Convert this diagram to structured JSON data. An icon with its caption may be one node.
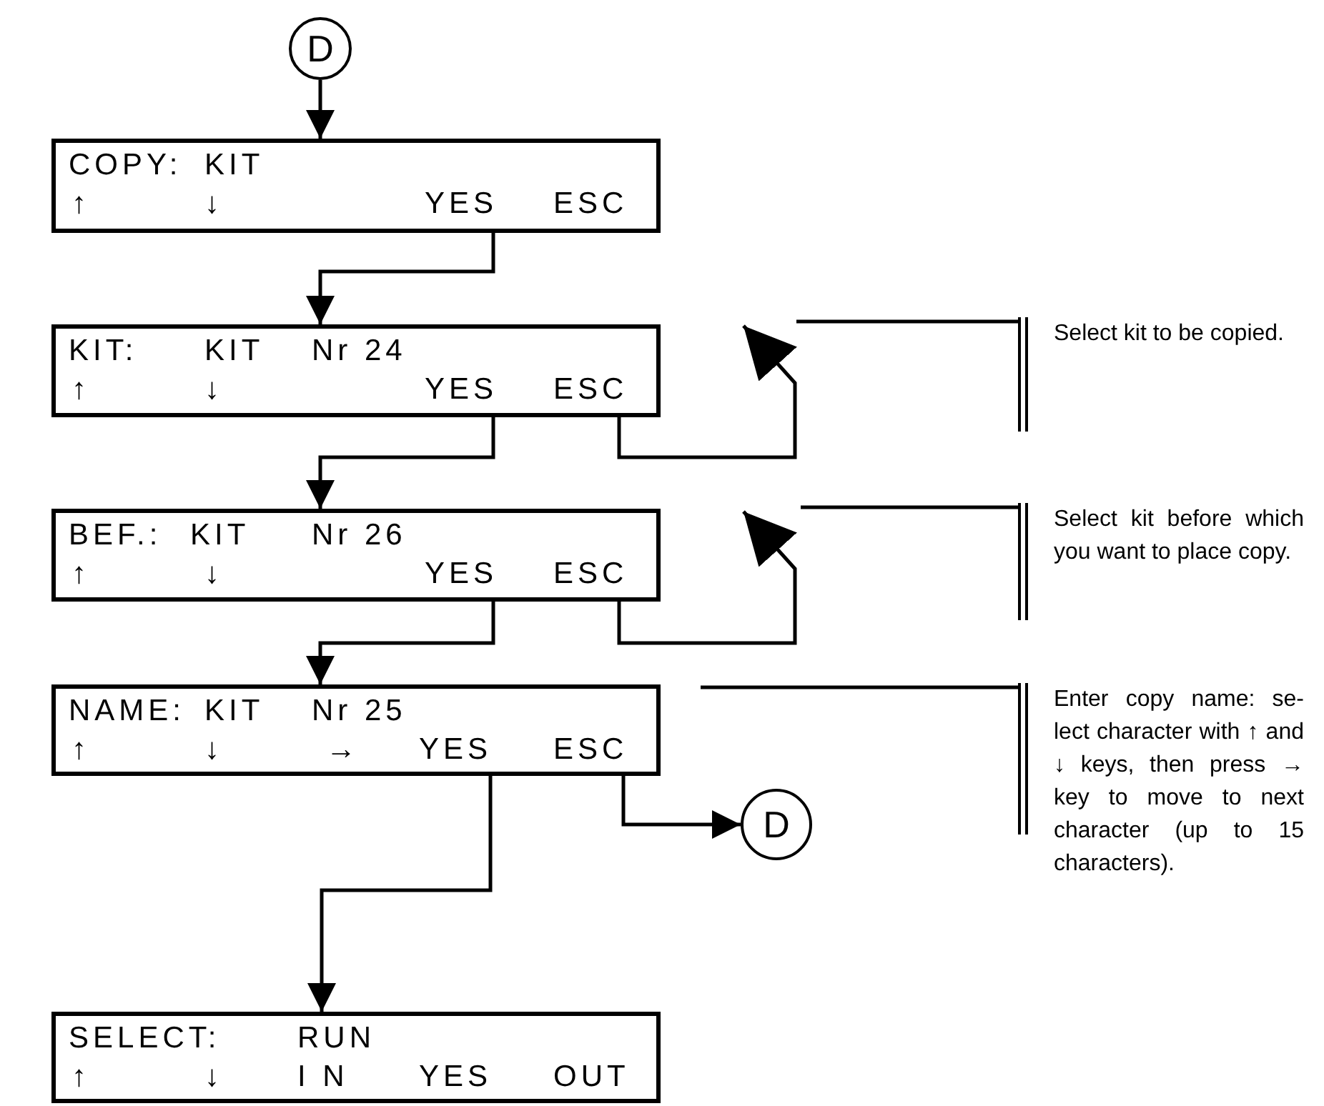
{
  "diagram": {
    "nodes": [
      {
        "text": [
          "D"
        ]
      },
      {
        "text": [
          "COPY:",
          "KIT",
          "↑",
          "↓",
          "YES",
          "ESC"
        ]
      },
      {
        "text": [
          "KIT:",
          "KIT",
          "Nr 24",
          "↑",
          "↓",
          "YES",
          "ESC"
        ]
      },
      {
        "text": [
          "BEF.:",
          "KIT",
          "Nr 26",
          "↑",
          "↓",
          "YES",
          "ESC"
        ]
      },
      {
        "text": [
          "NAME:",
          "KIT",
          "Nr 25",
          "↑",
          "↓",
          "→",
          "YES",
          "ESC"
        ]
      },
      {
        "text": [
          "SELECT:",
          "RUN",
          "↑",
          "↓",
          "I N",
          "YES",
          "OUT"
        ]
      },
      {
        "text": [
          "D"
        ]
      },
      {
        "text": [
          "Select kit to be copied."
        ]
      },
      {
        "text": [
          "Select kit before which you want to place copy."
        ]
      },
      {
        "text": [
          "Enter copy name: se- lect character with ↑ and ↓ keys, then press → key to move to next character (up to 15 characters)."
        ]
      }
    ],
    "edges": [
      {
        "from": 0,
        "to": 1,
        "arrow": "to"
      },
      {
        "from": 1,
        "to": 2,
        "arrow": "to"
      },
      {
        "from": 2,
        "to": null,
        "arrow": "to"
      },
      {
        "from": 7,
        "to": null,
        "arrow": "none"
      },
      {
        "from": 2,
        "to": 3,
        "arrow": "to"
      },
      {
        "from": 3,
        "to": null,
        "arrow": "to"
      },
      {
        "from": 8,
        "to": null,
        "arrow": "none"
      },
      {
        "from": 3,
        "to": 4,
        "arrow": "to"
      },
      {
        "from": 4,
        "to": 5,
        "arrow": "to"
      },
      {
        "from": 4,
        "to": 6,
        "arrow": "to"
      },
      {
        "from": 9,
        "to": null,
        "arrow": "none"
      }
    ]
  }
}
